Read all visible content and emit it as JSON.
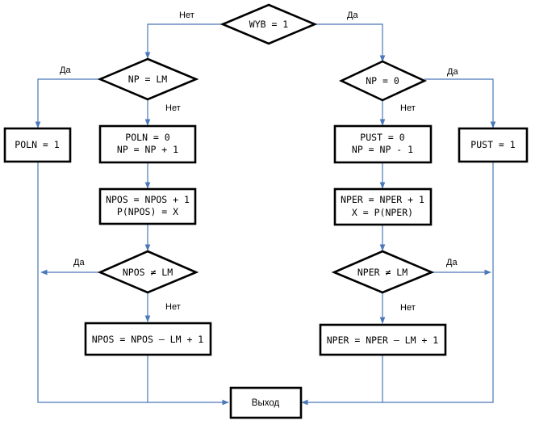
{
  "decisions": {
    "wyb": "WYB = 1",
    "np_lm": "NP = LM",
    "np_zero": "NP = 0",
    "npos_ne": "NPOS ≠ LM",
    "nper_ne": "NPER ≠ LM"
  },
  "processes": {
    "poln_one": "POLN = 1",
    "poln_zero": [
      "POLN = 0",
      "NP = NP + 1"
    ],
    "npos_inc": [
      "NPOS = NPOS + 1",
      "P(NPOS) = X"
    ],
    "npos_wrap": "NPOS = NPOS – LM + 1",
    "pust_zero": [
      "PUST = 0",
      "NP = NP - 1"
    ],
    "pust_one": "PUST = 1",
    "nper_inc": [
      "NPER = NPER + 1",
      "X = P(NPER)"
    ],
    "nper_wrap": "NPER = NPER – LM + 1"
  },
  "terminal": {
    "exit": "Выход"
  },
  "edge_labels": {
    "wyb_no": "Нет",
    "wyb_yes": "Да",
    "np_lm_yes": "Да",
    "np_lm_no": "Нет",
    "np_zero_yes": "Да",
    "np_zero_no": "Нет",
    "npos_yes": "Да",
    "npos_no": "Нет",
    "nper_yes": "Да",
    "nper_no": "Нет"
  },
  "colors": {
    "connector": "#4a78b8",
    "outline": "#000000"
  }
}
